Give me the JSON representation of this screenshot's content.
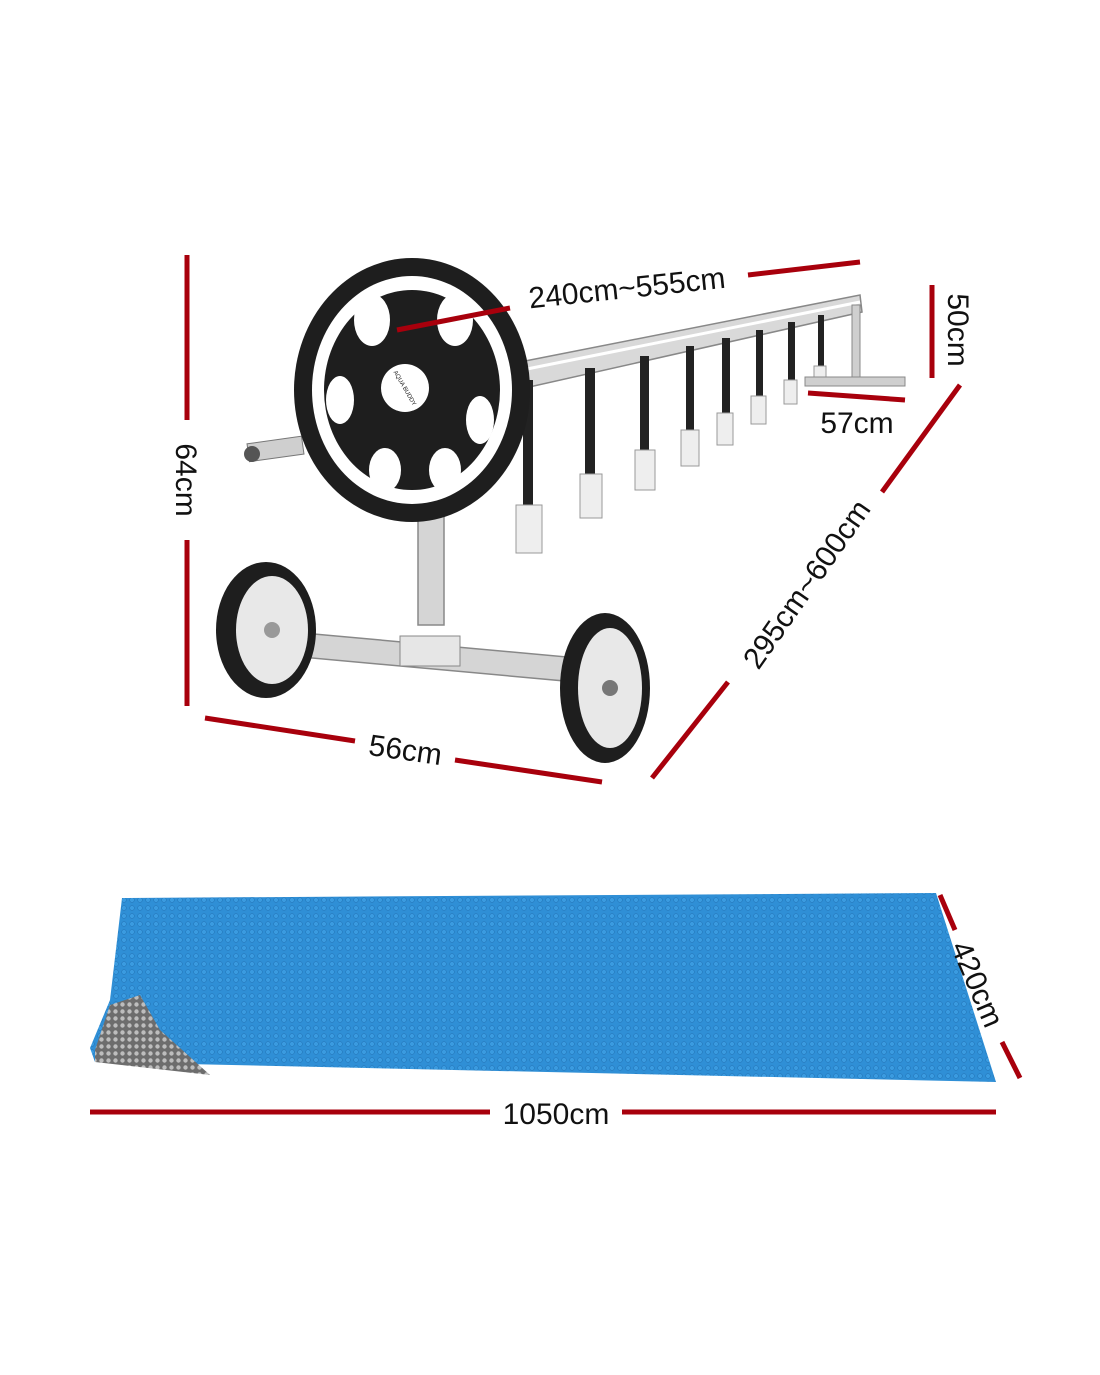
{
  "product": {
    "logo_text": "AQUA BUDDY"
  },
  "dimensions": {
    "reel_width": "240cm~555cm",
    "end_height": "50cm",
    "end_base": "57cm",
    "stand_height": "64cm",
    "reel_length_range": "295cm~600cm",
    "stand_base": "56cm",
    "cover_width": "420cm",
    "cover_length": "1050cm"
  },
  "colors": {
    "dimension_line": "#a8000c",
    "cover_blue": "#2f8fd6",
    "wheel_black": "#1e1e1e"
  }
}
